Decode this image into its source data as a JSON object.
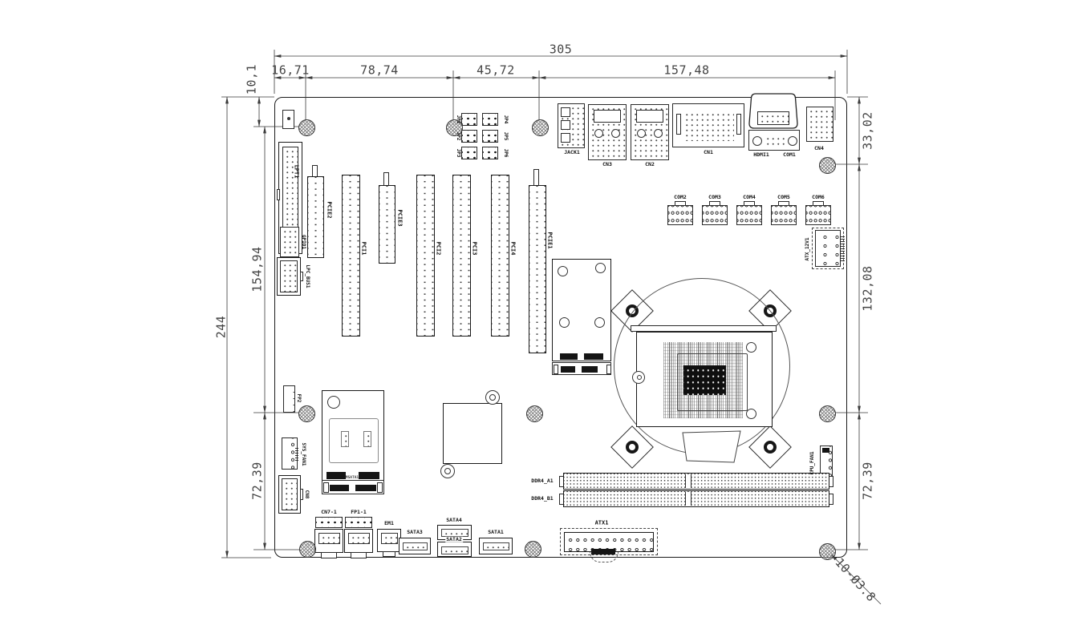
{
  "dimensions": {
    "total_width": "305",
    "seg_16": "16,71",
    "seg_78": "78,74",
    "seg_45": "45,72",
    "seg_157": "157,48",
    "total_height": "244",
    "top_offset": "10,1",
    "left_mid": "154,94",
    "left_bottom": "72,39",
    "right_top": "33,02",
    "right_mid": "132,08",
    "right_bottom": "72,39",
    "hole_note": "10-Ø3.8"
  },
  "rear_io": {
    "jack1": "JACK1",
    "cn3": "CN3",
    "cn2": "CN2",
    "cn1": "CN1",
    "hdmi1": "HDMI1",
    "com1": "COM1",
    "cn4": "CN4"
  },
  "jumpers": {
    "jp1": "JP1",
    "jp2": "JP2",
    "jp3": "JP3",
    "jp4": "JP4",
    "jp5": "JP5",
    "jp6": "JP6"
  },
  "headers": {
    "lpt1": "LPT1",
    "gpio1": "GPIO1",
    "lpc_bus1": "LPC_BUS1",
    "fp2": "FP2",
    "cn8": "CN8"
  },
  "fans": {
    "sys_fan1": "SYS_FAN1",
    "cpu_fan1": "CPU_FAN1"
  },
  "expansion_slots": {
    "pcie2": "PCIE2",
    "pci1": "PCI1",
    "pcie3": "PCIE3",
    "pci2": "PCI2",
    "pci3": "PCI3",
    "pci4": "PCI4",
    "pcie1": "PCIE1"
  },
  "com_headers": {
    "com2": "COM2",
    "com3": "COM3",
    "com4": "COM4",
    "com5": "COM5",
    "com6": "COM6"
  },
  "power": {
    "atx_12v1": "ATX_12V1",
    "atx1": "ATX1"
  },
  "storage": {
    "sata1": "SATA1",
    "sata2": "SATA2",
    "sata3": "SATA3",
    "sata4": "SATA4",
    "msata1": "MSATA1"
  },
  "memory": {
    "ddr4_a1": "DDR4_A1",
    "ddr4_b1": "DDR4_B1"
  },
  "front_panel": {
    "cn7_1": "CN7-1",
    "fp1_1": "FP1-1",
    "em1": "EM1"
  }
}
